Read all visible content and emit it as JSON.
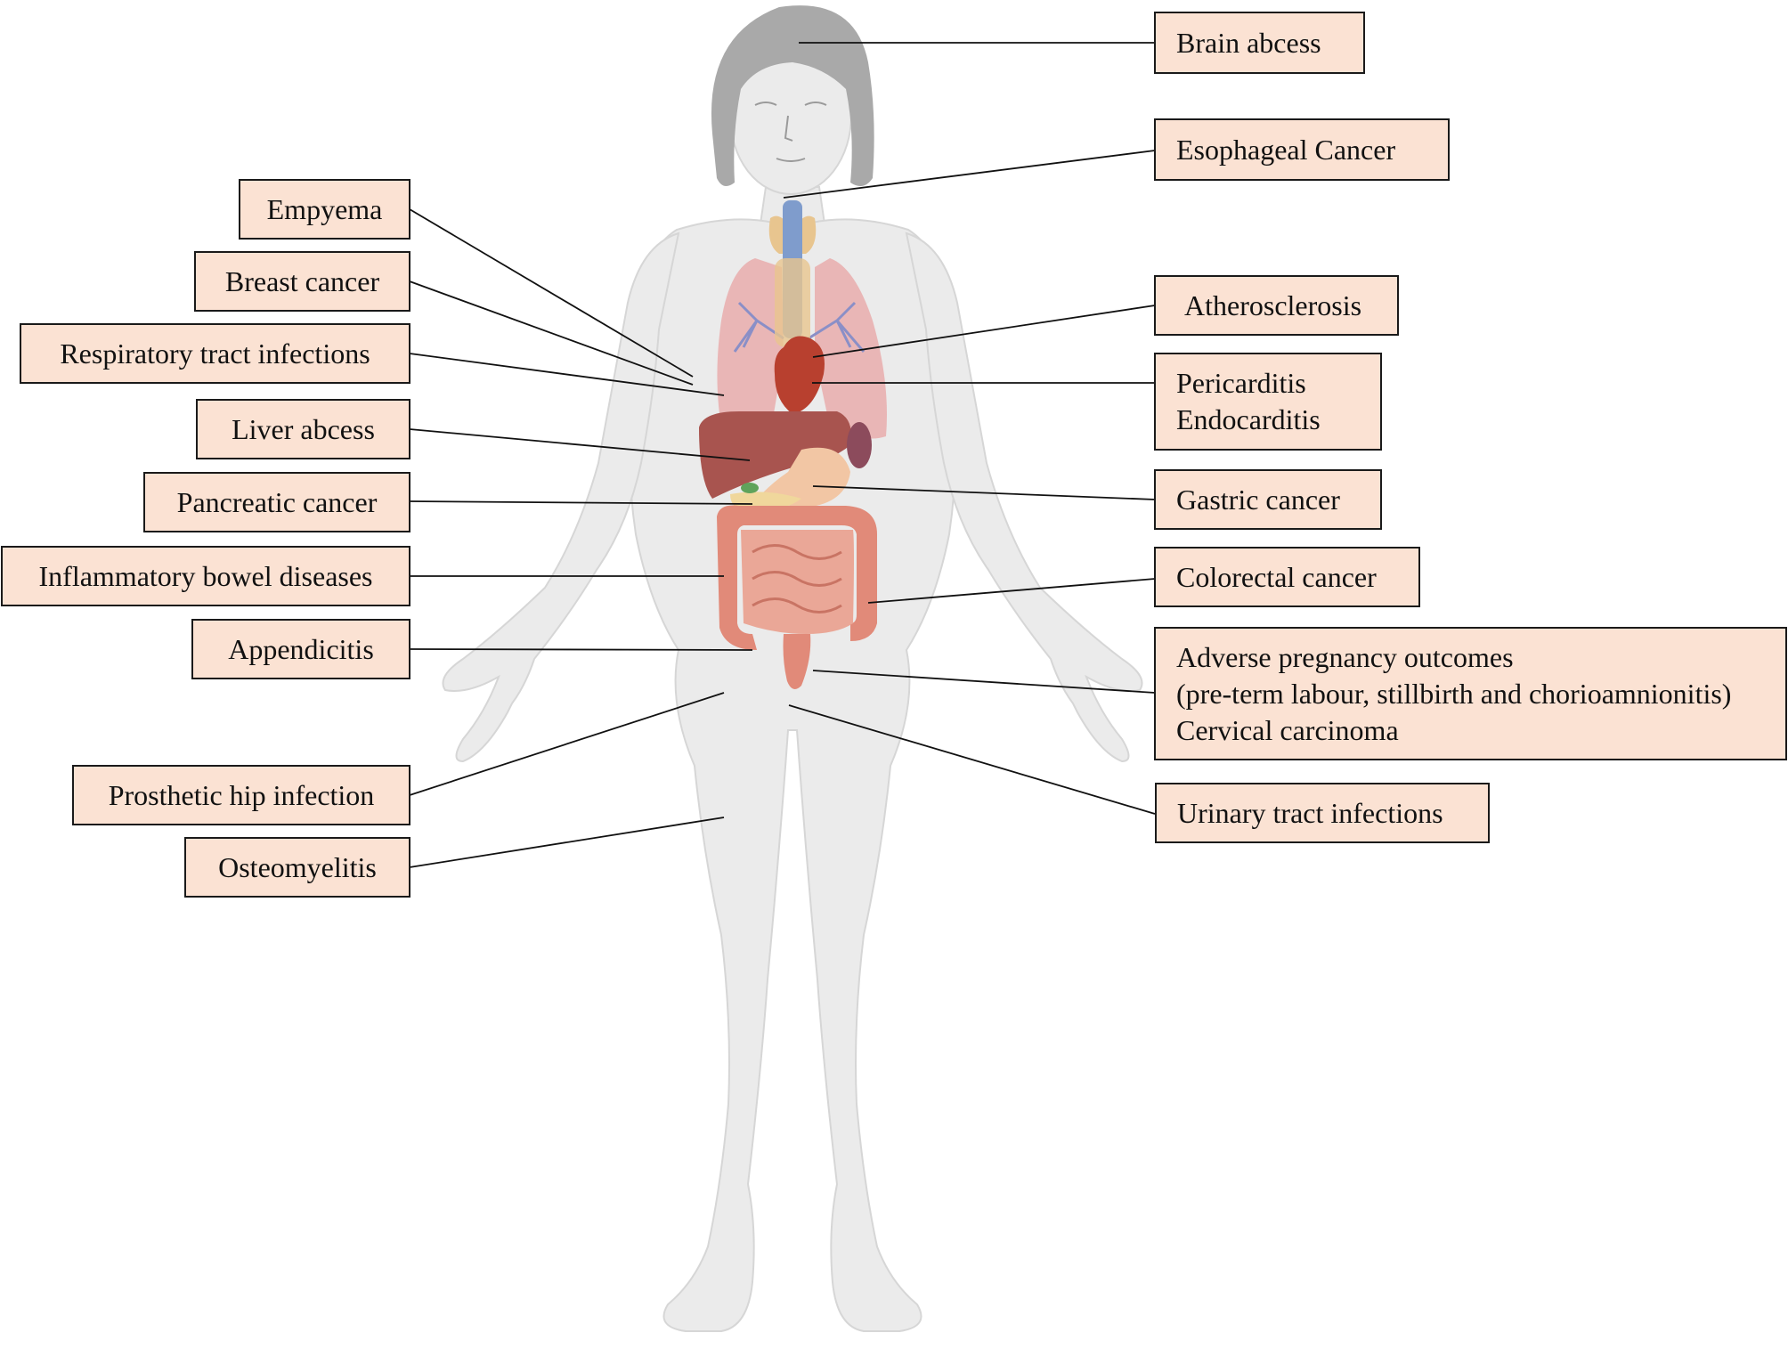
{
  "left_labels": [
    {
      "id": "empyema",
      "text": "Empyema"
    },
    {
      "id": "breast-cancer",
      "text": "Breast cancer"
    },
    {
      "id": "respiratory-tract-infections",
      "text": "Respiratory tract infections"
    },
    {
      "id": "liver-abcess",
      "text": "Liver abcess"
    },
    {
      "id": "pancreatic-cancer",
      "text": "Pancreatic cancer"
    },
    {
      "id": "inflammatory-bowel-diseases",
      "text": "Inflammatory bowel diseases"
    },
    {
      "id": "appendicitis",
      "text": "Appendicitis"
    },
    {
      "id": "prosthetic-hip-infection",
      "text": "Prosthetic hip infection"
    },
    {
      "id": "osteomyelitis",
      "text": "Osteomyelitis"
    }
  ],
  "right_labels": [
    {
      "id": "brain-abcess",
      "lines": [
        "Brain abcess"
      ]
    },
    {
      "id": "esophageal-cancer",
      "lines": [
        "Esophageal Cancer"
      ]
    },
    {
      "id": "atherosclerosis",
      "lines": [
        "Atherosclerosis"
      ]
    },
    {
      "id": "pericarditis-endocarditis",
      "lines": [
        "Pericarditis",
        "Endocarditis"
      ]
    },
    {
      "id": "gastric-cancer",
      "lines": [
        "Gastric cancer"
      ]
    },
    {
      "id": "colorectal-cancer",
      "lines": [
        "Colorectal cancer"
      ]
    },
    {
      "id": "adverse-pregnancy-outcomes",
      "lines": [
        "Adverse pregnancy outcomes",
        "(pre-term labour, stillbirth and chorioamnionitis)",
        "Cervical carcinoma"
      ]
    },
    {
      "id": "urinary-tract-infections",
      "lines": [
        "Urinary tract infections"
      ]
    }
  ],
  "colors": {
    "label_fill": "#fbe2d3",
    "label_border": "#1a1a1a",
    "body_fill": "#ebebeb",
    "body_outline": "#d4d4d4",
    "hair": "#a9a9a9",
    "lungs": "#e9b6b6",
    "liver": "#a8544f",
    "heart": "#b8402f",
    "stomach": "#f2c6a4",
    "intestines": "#e79c89",
    "trachea": "#7f9ccc",
    "thyroid": "#e8c58f"
  }
}
